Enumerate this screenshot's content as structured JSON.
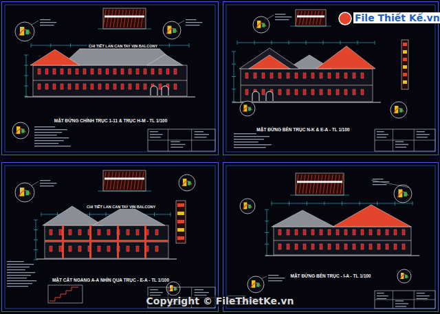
{
  "diagram": {
    "nodes": [
      {
        "text": [
          "CHI TIẾT LAN CAN TAY VỊN BALCONY",
          "MẶT ĐỨNG CHÍNH TRỤC 1-11 & TRỤC H-M - TL 1/100"
        ]
      },
      {
        "text": [
          "MẶT ĐỨNG BÊN TRỤC N-K & E-A - TL 1/100"
        ]
      },
      {
        "text": [
          "CHI TIẾT LAN CAN TAY VỊN BALCONY",
          "MẶT CẮT NGANG A-A NHÌN QUA TRỤC - E-A - TL 1/100"
        ]
      },
      {
        "text": [
          "MẶT ĐỨNG BÊN TRỤC - I-A - TL 1/100"
        ]
      }
    ],
    "labels": [
      "File Thiết Kế.vn",
      "Copyright © FileThietKe.vn"
    ]
  }
}
